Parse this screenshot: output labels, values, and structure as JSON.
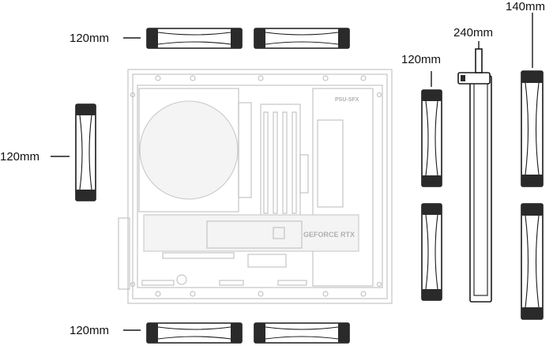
{
  "case": {
    "psu_label": "PSU-SFX",
    "gpu_label": "GEFORCE RTX"
  },
  "fans": {
    "top_label": "120mm",
    "side_label": "120mm",
    "bottom_label": "120mm",
    "right_small_label": "120mm",
    "radiator_label": "240mm",
    "right_large_label": "140mm"
  }
}
